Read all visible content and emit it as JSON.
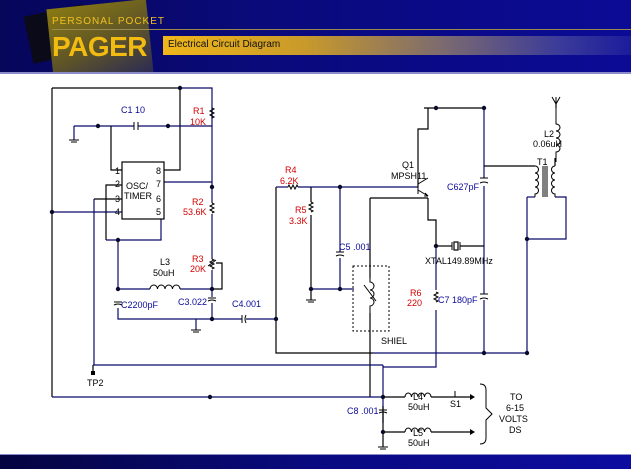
{
  "header": {
    "subtitle": "PERSONAL POCKET",
    "title": "PAGER",
    "tagline": "Electrical Circuit Diagram"
  },
  "colors": {
    "header_bg": "#0a0a7a",
    "title_gold": "#f2bb12",
    "resistor_label": "#d40000",
    "capacitor_label": "#0a0a9a",
    "wire": "#0a0a6a"
  },
  "ic": {
    "name_line1": "OSC/",
    "name_line2": "TIMER",
    "pins": [
      "1",
      "2",
      "3",
      "4",
      "5",
      "6",
      "7",
      "8"
    ]
  },
  "components": {
    "c1": "C1 10",
    "r1_name": "R1",
    "r1_value": "10K",
    "r2_name": "R2",
    "r2_value": "53.6K",
    "r3_name": "R3",
    "r3_value": "20K",
    "l3_name": "L3",
    "l3_value": "50uH",
    "c2": "C2200pF",
    "c3": "C3.022",
    "c4": "C4.001",
    "r4_name": "R4",
    "r4_value": "6.2K",
    "r5_name": "R5",
    "r5_value": "3.3K",
    "c5": "C5 .001",
    "q1_name": "Q1",
    "q1_value": "MPSH11",
    "c6": "C627pF",
    "xtal": "XTAL149.89MHz",
    "r6_name": "R6",
    "r6_value": "220",
    "c7": "C7 180pF",
    "shield": "SHIEL",
    "l2_name": "L2",
    "l2_value": "0.06uH",
    "t1": "T1",
    "tp2": "TP2",
    "c8": "C8 .001",
    "l4_name": "L4",
    "l4_value": "50uH",
    "s1": "S1",
    "l5_name": "L5",
    "l5_value": "50uH",
    "power_note": [
      "TO",
      "6-15",
      "VOLTS",
      "DS"
    ]
  }
}
